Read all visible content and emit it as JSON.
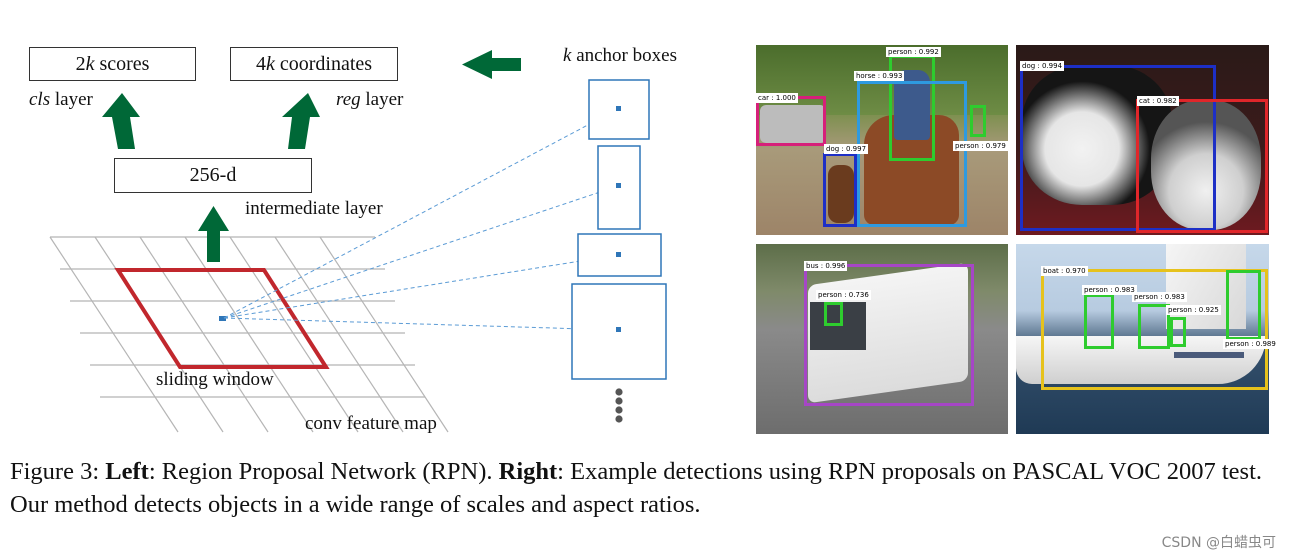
{
  "rpn": {
    "scores_pre": "2",
    "scores_k": "k",
    "scores_post": " scores",
    "coords_pre": "4",
    "coords_k": "k",
    "coords_post": " coordinates",
    "cls_italic": "cls",
    "cls_rest": " layer",
    "reg_italic": "reg",
    "reg_rest": " layer",
    "d256": "256-d",
    "intermediate": "intermediate layer",
    "sliding": "sliding window",
    "featmap": "conv feature map",
    "anchor_k": "k",
    "anchor_rest": " anchor boxes"
  },
  "colors": {
    "arrow": "#006837",
    "window": "#c1272d",
    "anchor": "#2f76b8"
  },
  "detections": {
    "p1": [
      {
        "label": "person : 0.992"
      },
      {
        "label": "horse : 0.993"
      },
      {
        "label": "car : 1.000"
      },
      {
        "label": "dog : 0.997"
      },
      {
        "label": "person : 0.979"
      }
    ],
    "p2": [
      {
        "label": "dog : 0.994"
      },
      {
        "label": "cat : 0.982"
      }
    ],
    "p3": [
      {
        "label": "bus : 0.996"
      },
      {
        "label": "person : 0.736"
      }
    ],
    "p4": [
      {
        "label": "boat : 0.970"
      },
      {
        "label": "person : 0.983"
      },
      {
        "label": "person : 0.983"
      },
      {
        "label": "person : 0.925"
      },
      {
        "label": "person : 0.989"
      }
    ]
  },
  "caption": {
    "fig": "Figure 3: ",
    "left_bold": "Left",
    "left_text": ": Region Proposal Network (RPN). ",
    "right_bold": "Right",
    "right_text": ": Example detections using RPN proposals on PASCAL VOC 2007 test. Our method detects objects in a wide range of scales and aspect ratios."
  },
  "watermark": "CSDN @白蜡虫可"
}
